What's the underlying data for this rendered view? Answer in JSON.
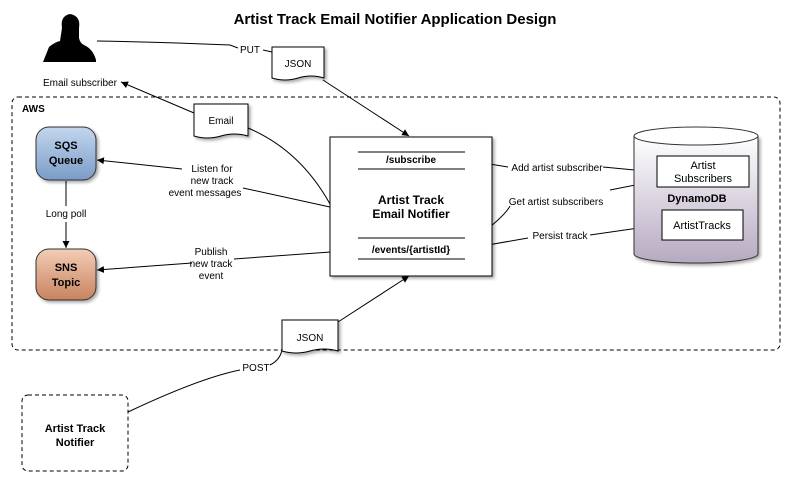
{
  "title": "Artist Track Email Notifier Application Design",
  "aws_label": "AWS",
  "actors": {
    "user": "user-silhouette-icon"
  },
  "nodes": {
    "sqs": [
      "SQS",
      "Queue"
    ],
    "sns": [
      "SNS",
      "Topic"
    ],
    "notifier": [
      "Artist Track",
      "Email Notifier"
    ],
    "subscribe_endpoint": "/subscribe",
    "events_endpoint": "/events/{artistId}",
    "dynamodb": "DynamoDB",
    "artist_subscribers": [
      "Artist",
      "Subscribers"
    ],
    "artist_tracks": "ArtistTracks",
    "external_notifier": [
      "Artist Track",
      "Notifier"
    ]
  },
  "documents": {
    "json_top": "JSON",
    "email": "Email",
    "json_bottom": "JSON"
  },
  "edge_labels": {
    "put": "PUT",
    "email_subscriber": "Email subscriber",
    "listen": [
      "Listen for",
      "new track",
      "event messages"
    ],
    "long_poll": "Long poll",
    "publish": [
      "Publish",
      "new track",
      "event"
    ],
    "add_subscriber": "Add artist subscriber",
    "get_subscribers": "Get artist subscribers",
    "persist_track": "Persist track",
    "post": "POST"
  },
  "colors": {
    "sqs_fill_top": "#c3d6ee",
    "sqs_fill_bottom": "#7a9cc8",
    "sns_fill_top": "#f2cdb6",
    "sns_fill_bottom": "#c8835f",
    "db_fill_top": "#ffffff",
    "db_fill_bottom": "#b6a9c0"
  }
}
